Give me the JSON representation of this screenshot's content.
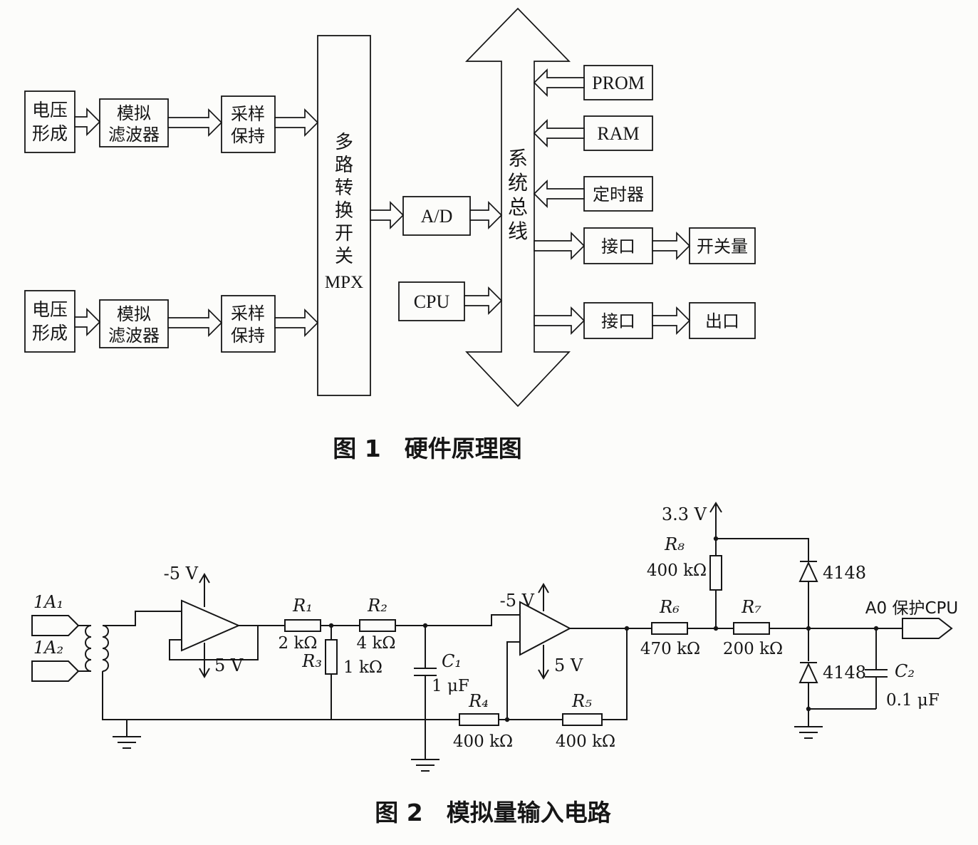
{
  "figure1": {
    "caption": "图 1　硬件原理图",
    "bus_label": "系统总线",
    "mpx_vertical": "多路转换开关",
    "mpx_name": "MPX",
    "blocks": {
      "input1": {
        "line1": "电压",
        "line2": "形成"
      },
      "filter1": {
        "line1": "模拟",
        "line2": "滤波器"
      },
      "sample1": {
        "line1": "采样",
        "line2": "保持"
      },
      "input2": {
        "line1": "电压",
        "line2": "形成"
      },
      "filter2": {
        "line1": "模拟",
        "line2": "滤波器"
      },
      "sample2": {
        "line1": "采样",
        "line2": "保持"
      },
      "adc": "A/D",
      "cpu": "CPU",
      "prom": "PROM",
      "ram": "RAM",
      "timer": "定时器",
      "interface1": "接口",
      "switch_output": "开关量",
      "interface2": "接口",
      "outlet": "出口"
    }
  },
  "figure2": {
    "caption": "图 2　模拟量输入电路",
    "inputs": {
      "in1": "1A₁",
      "in2": "1A₂"
    },
    "supplies": {
      "op1_neg": "-5 V",
      "op1_pos": "5 V",
      "op2_neg": "-5 V",
      "op2_pos": "5 V",
      "rail": "3.3 V"
    },
    "resistors": {
      "r1": {
        "name": "R₁",
        "value": "2 kΩ"
      },
      "r2": {
        "name": "R₂",
        "value": "4 kΩ"
      },
      "r3": {
        "name": "R₃",
        "value": "1 kΩ"
      },
      "r4": {
        "name": "R₄",
        "value": "400 kΩ"
      },
      "r5": {
        "name": "R₅",
        "value": "400 kΩ"
      },
      "r6": {
        "name": "R₆",
        "value": "470 kΩ"
      },
      "r7": {
        "name": "R₇",
        "value": "200 kΩ"
      },
      "r8": {
        "name": "R₈",
        "value": "400 kΩ"
      }
    },
    "capacitors": {
      "c1": {
        "name": "C₁",
        "value": "1 μF"
      },
      "c2": {
        "name": "C₂",
        "value": "0.1 μF"
      }
    },
    "diodes": {
      "d1": "4148",
      "d2": "4148"
    },
    "output": "A0 保护CPU"
  }
}
